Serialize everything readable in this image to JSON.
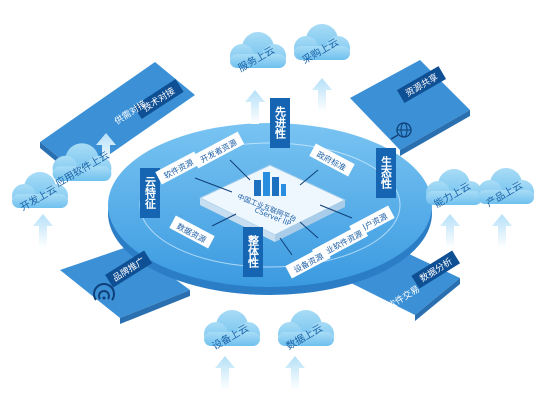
{
  "center": {
    "title": "中国工业互联网平台",
    "subtitle": "CServer IIP"
  },
  "pillars": {
    "advanced": "先进性",
    "ecology": "生态性",
    "cloud": "云特征",
    "integrity": "整体性"
  },
  "inner_labels": {
    "dev_resources": "开发者资源",
    "software_resources": "软件资源",
    "policy_standards": "政府标准",
    "user_resources": "用户资源",
    "industrial_software": "工业软件资源",
    "equipment_resources": "设备资源",
    "data_resources": "数据资源"
  },
  "wings": {
    "tech_docking": "技术对接",
    "supply_docking": "供需对接",
    "resource_sharing": "资源共享",
    "brand_promotion": "品牌推广",
    "data_analysis": "数据分析",
    "software_trading": "软件交易"
  },
  "clouds": {
    "service": "服务上云",
    "procurement": "采购上云",
    "app_software": "应用软件上云",
    "development": "开发上云",
    "capability": "能力上云",
    "product": "产品上云",
    "equipment": "设备上云",
    "data": "数据上云"
  },
  "colors": {
    "cloud": "#8fd1f2",
    "cloud_text": "#1a6fb0",
    "disc": "#3d9ee0",
    "disc_light": "#bfe4fb",
    "panel": "#3a8fd6",
    "dark_tag": "#1565b3",
    "arrow": "#cdebfa"
  },
  "icons": [
    "building-chart-icon",
    "globe-icon",
    "wifi-icon"
  ]
}
